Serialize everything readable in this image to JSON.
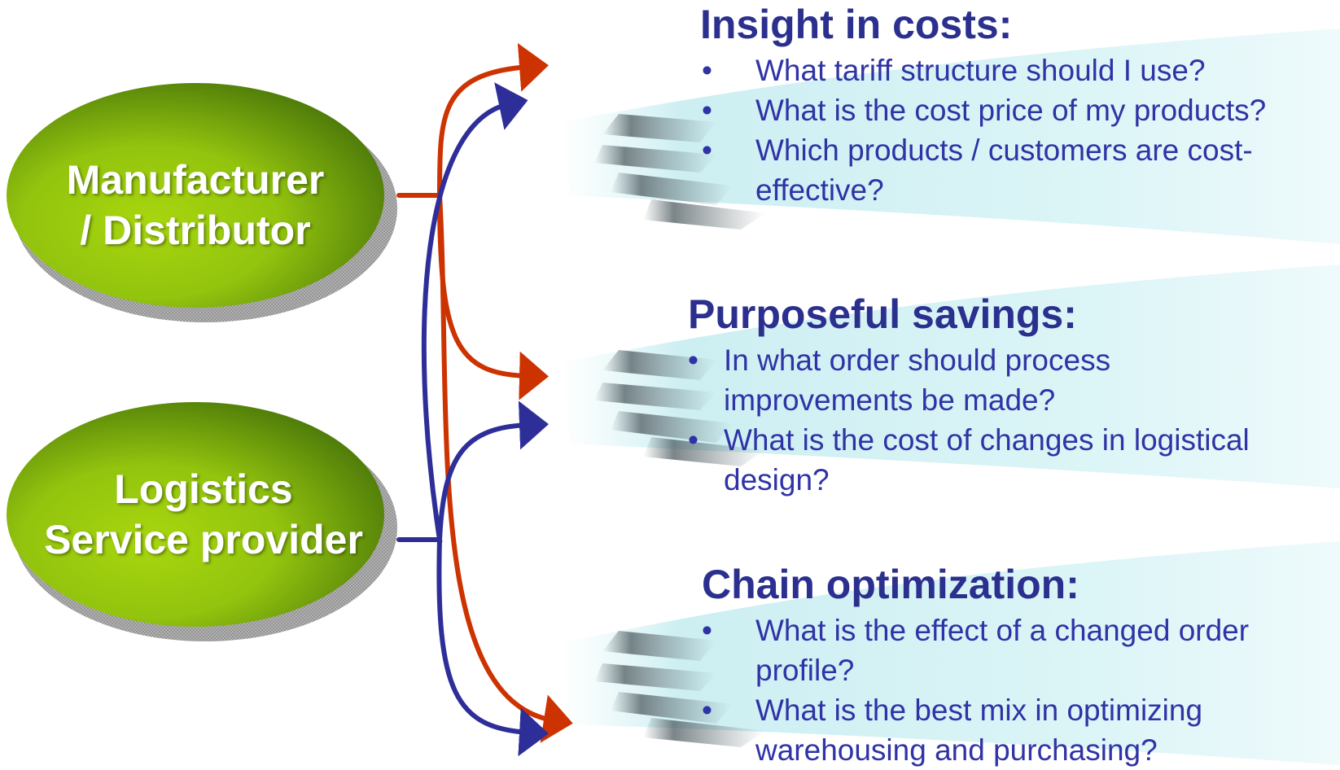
{
  "sources": [
    {
      "label_line1": "Manufacturer",
      "label_line2": "/ Distributor"
    },
    {
      "label_line1": "Logistics",
      "label_line2": "Service provider"
    }
  ],
  "sections": [
    {
      "heading": "Insight in costs:",
      "bullets": [
        "What tariff structure should I use?",
        "What is the cost price of my products?",
        "Which products / customers are cost-effective?"
      ]
    },
    {
      "heading": "Purposeful savings:",
      "bullets": [
        "In what order should process improvements be made?",
        "What is the cost of changes in logistical design?"
      ]
    },
    {
      "heading": "Chain optimization:",
      "bullets": [
        "What is the effect of a changed order profile?",
        "What is the best mix in optimizing warehousing and purchasing?"
      ]
    }
  ],
  "colors": {
    "ellipse_green_light": "#a6d410",
    "ellipse_green_dark": "#4f7e0c",
    "arrow_red": "#cc3300",
    "arrow_blue": "#2e2e99",
    "heading_text": "#2b2f8e",
    "bullet_text": "#2f33a6",
    "swoosh_cyan": "#bfe9ee"
  }
}
